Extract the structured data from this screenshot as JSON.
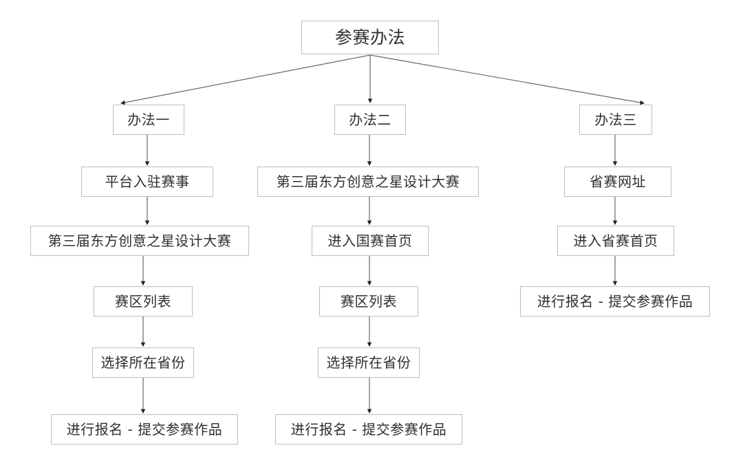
{
  "diagram": {
    "title_node": "参赛办法",
    "background_color": "#ffffff",
    "box_border_color": "#bdbdbd",
    "box_fill_color": "#ffffff",
    "connector_color": "#555555",
    "text_color": "#2f2f2f",
    "nodes": {
      "root": "参赛办法",
      "method_1": "办法一",
      "method_2": "办法二",
      "method_3": "办法三",
      "col1": [
        "平台入驻赛事",
        "第三届东方创意之星设计大赛",
        "赛区列表",
        "选择所在省份",
        "进行报名 - 提交参赛作品"
      ],
      "col2": [
        "第三届东方创意之星设计大赛",
        "进入国赛首页",
        "赛区列表",
        "选择所在省份",
        "进行报名 - 提交参赛作品"
      ],
      "col3": [
        "省赛网址",
        "进入省赛首页",
        "进行报名 - 提交参赛作品"
      ]
    }
  }
}
